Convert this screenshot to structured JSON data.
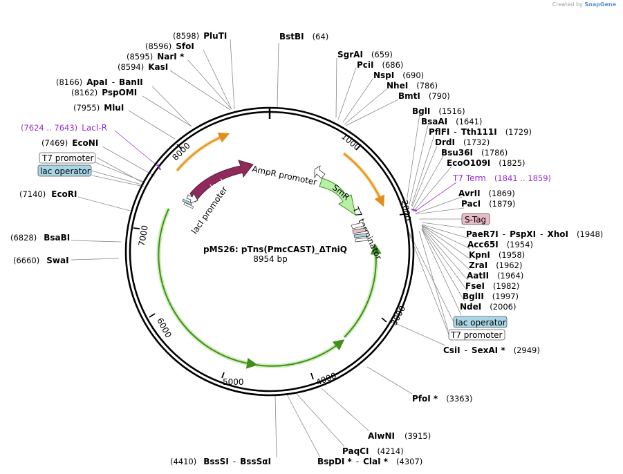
{
  "credit": {
    "prefix": "Created by",
    "brand": "SnapGene"
  },
  "plasmid": {
    "name": "pMS26: pTns(PmcCAST)_ΔTniQ",
    "size": "8954 bp"
  },
  "ticks": [
    "1000",
    "2000",
    "3000",
    "4000",
    "5000",
    "6000",
    "7000",
    "8000"
  ],
  "sites": {
    "PluTI": {
      "pos": "(8598)",
      "name": "PluTI"
    },
    "SfoI": {
      "pos": "(8596)",
      "name": "SfoI"
    },
    "NarI": {
      "pos": "(8595)",
      "name": "NarI *"
    },
    "KasI": {
      "pos": "(8594)",
      "name": "KasI"
    },
    "ApaI": {
      "pos": "(8166)",
      "name": "ApaI",
      "name2": "BanII"
    },
    "PspOMI": {
      "pos": "(8162)",
      "name": "PspOMI"
    },
    "MluI": {
      "pos": "(7955)",
      "name": "MluI"
    },
    "LacIR": {
      "pos": "(7624 .. 7643)",
      "name": "LacI-R"
    },
    "EcoNI": {
      "pos": "(7469)",
      "name": "EcoNI"
    },
    "EcoRI": {
      "pos": "(7140)",
      "name": "EcoRI"
    },
    "BsaBI": {
      "pos": "(6828)",
      "name": "BsaBI"
    },
    "SwaI": {
      "pos": "(6660)",
      "name": "SwaI"
    },
    "BstBI": {
      "pos": "(64)",
      "name": "BstBI"
    },
    "SgrAI": {
      "pos": "(659)",
      "name": "SgrAI"
    },
    "PciI": {
      "pos": "(686)",
      "name": "PciI"
    },
    "NspI": {
      "pos": "(690)",
      "name": "NspI"
    },
    "NheI": {
      "pos": "(786)",
      "name": "NheI"
    },
    "BmtI": {
      "pos": "(790)",
      "name": "BmtI"
    },
    "BglI": {
      "pos": "(1516)",
      "name": "BglI"
    },
    "BsaAI": {
      "pos": "(1641)",
      "name": "BsaAI"
    },
    "PflFI": {
      "pos": "(1729)",
      "name": "PflFI",
      "name2": "Tth111I"
    },
    "DrdI": {
      "pos": "(1732)",
      "name": "DrdI"
    },
    "Bsu36I": {
      "pos": "(1786)",
      "name": "Bsu36I"
    },
    "EcoO109I": {
      "pos": "(1825)",
      "name": "EcoO109I"
    },
    "T7Term": {
      "pos": "(1841 .. 1859)",
      "name": "T7 Term"
    },
    "AvrII": {
      "pos": "(1869)",
      "name": "AvrII"
    },
    "PacI": {
      "pos": "(1879)",
      "name": "PacI"
    },
    "PaeR7I": {
      "pos": "(1948)",
      "name": "PaeR7I",
      "name2": "PspXI",
      "name3": "XhoI"
    },
    "Acc65I": {
      "pos": "(1954)",
      "name": "Acc65I"
    },
    "KpnI": {
      "pos": "(1958)",
      "name": "KpnI"
    },
    "ZraI": {
      "pos": "(1962)",
      "name": "ZraI"
    },
    "AatII": {
      "pos": "(1964)",
      "name": "AatII"
    },
    "FseI": {
      "pos": "(1982)",
      "name": "FseI"
    },
    "BglII": {
      "pos": "(1997)",
      "name": "BglII"
    },
    "NdeI": {
      "pos": "(2006)",
      "name": "NdeI"
    },
    "CsiI": {
      "pos": "(2949)",
      "name": "CsiI",
      "name2": "SexAI *"
    },
    "PfoI": {
      "pos": "(3363)",
      "name": "PfoI *"
    },
    "AlwNI": {
      "pos": "(3915)",
      "name": "AlwNI"
    },
    "PaqCI": {
      "pos": "(4214)",
      "name": "PaqCI"
    },
    "BspDI": {
      "pos": "(4307)",
      "name": "BspDI *",
      "name2": "ClaI *"
    },
    "BssSI": {
      "pos": "(4410)",
      "name": "BssSI",
      "name2": "BssSαI"
    }
  },
  "boxes": {
    "t7promoter_left": "T7 promoter",
    "lacop_left": "lac operator",
    "stag": "S-Tag",
    "lacop_right": "lac operator",
    "t7promoter_right": "T7 promoter"
  },
  "features": {
    "lacI": "lacI",
    "lacI_promoter": "lacI promoter",
    "ampR_promoter": "AmpR promoter",
    "SmR": "SmR",
    "T7_terminator": "T7 terminator"
  },
  "colors": {
    "backbone": "#000000",
    "orange": "#f5a623",
    "green": "#6bbf3a",
    "lacI": "#8e2a5c",
    "SmR": "#b8f0a8",
    "lacop_box": "#a8d6e6",
    "stag_box": "#e8bcc8",
    "purple": "#9a2bd6"
  }
}
